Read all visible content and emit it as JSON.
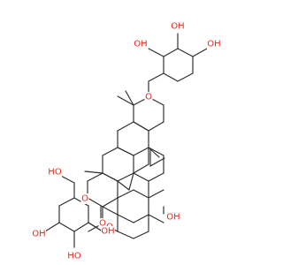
{
  "colors": {
    "bond": "#2b2b2b",
    "oxygen": "#e8261c",
    "carbon": "#2b2b2b",
    "background": "#ffffff"
  },
  "structure": {
    "labels": {
      "oh": "OH",
      "ho": "HO",
      "o": "O"
    }
  }
}
